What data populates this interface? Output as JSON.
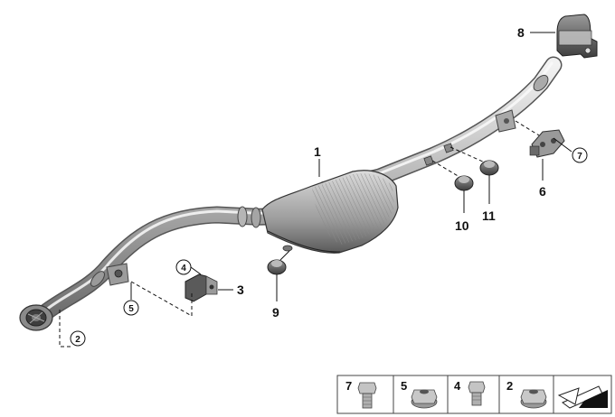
{
  "callouts": {
    "c1": "1",
    "c2": "2",
    "c3": "3",
    "c4": "4",
    "c5": "5",
    "c6": "6",
    "c7": "7",
    "c8": "8",
    "c9": "9",
    "c10": "10",
    "c11": "11"
  },
  "fastener_strip": {
    "items": [
      {
        "number": "7",
        "icon": "bolt-icon"
      },
      {
        "number": "5",
        "icon": "hex-flange-nut-icon"
      },
      {
        "number": "4",
        "icon": "short-bolt-icon"
      },
      {
        "number": "2",
        "icon": "hex-flange-nut-icon"
      }
    ],
    "corner_icon": "direction-arrow-icon"
  }
}
